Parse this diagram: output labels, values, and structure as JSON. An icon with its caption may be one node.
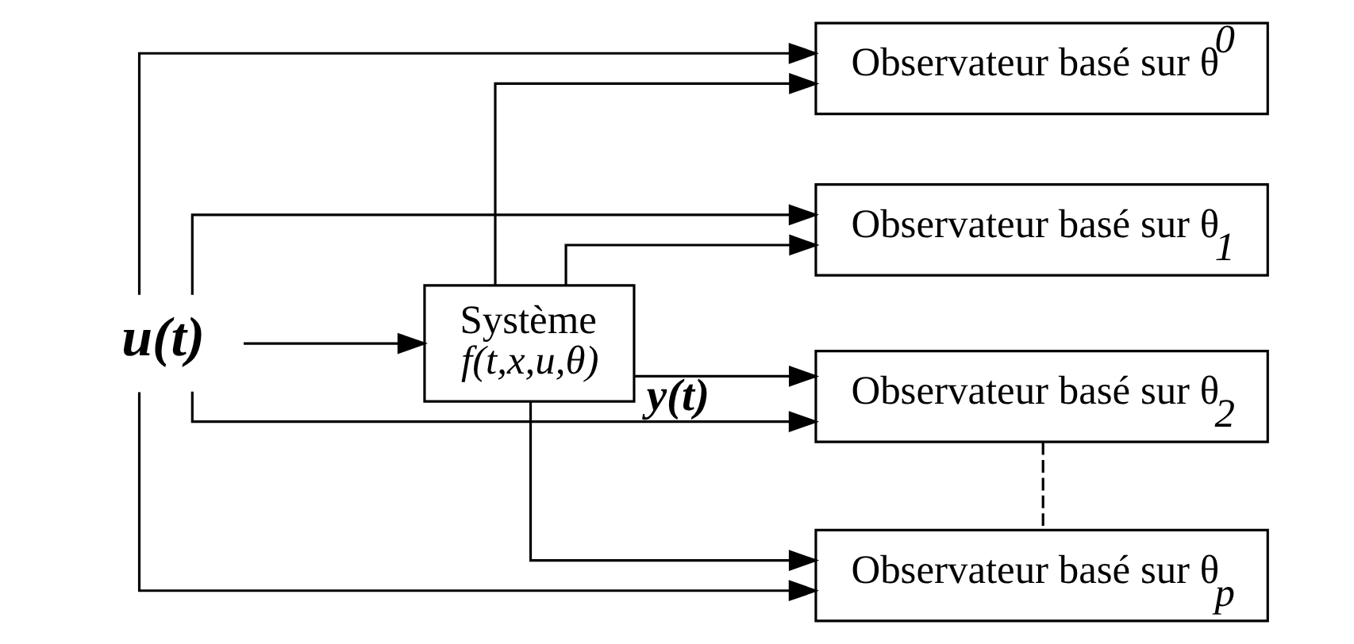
{
  "diagram": {
    "nodes": [
      {
        "text": [
          "Observateur basé sur θ$^{0}$"
        ]
      },
      {
        "text": [
          "Observateur basé sur θ$_{1}$"
        ]
      },
      {
        "text": [
          "**u(t)**"
        ]
      },
      {
        "text": [
          "Système",
          "*f(t,x,u,θ)*"
        ]
      },
      {
        "text": [
          "Observateur basé sur θ$_{2}$"
        ]
      },
      {
        "text": [
          "Observateur basé sur θ$_{p}$"
        ]
      }
    ],
    "edges": [
      {
        "from": 2,
        "to": 0,
        "arrow": "to"
      },
      {
        "from": 2,
        "to": 1,
        "arrow": "to"
      },
      {
        "from": 2,
        "to": 3,
        "arrow": "to"
      },
      {
        "from": 2,
        "to": 4,
        "arrow": "to"
      },
      {
        "from": 2,
        "to": 5,
        "arrow": "to"
      },
      {
        "from": 3,
        "to": 0,
        "arrow": "to"
      },
      {
        "from": 3,
        "to": 1,
        "arrow": "to"
      },
      {
        "from": 3,
        "to": 4,
        "arrow": "to",
        "label": "**y(t)**"
      },
      {
        "from": 3,
        "to": 5,
        "arrow": "to"
      },
      {
        "from": 4,
        "to": 5,
        "arrow": "none",
        "style": "dashed"
      }
    ]
  }
}
